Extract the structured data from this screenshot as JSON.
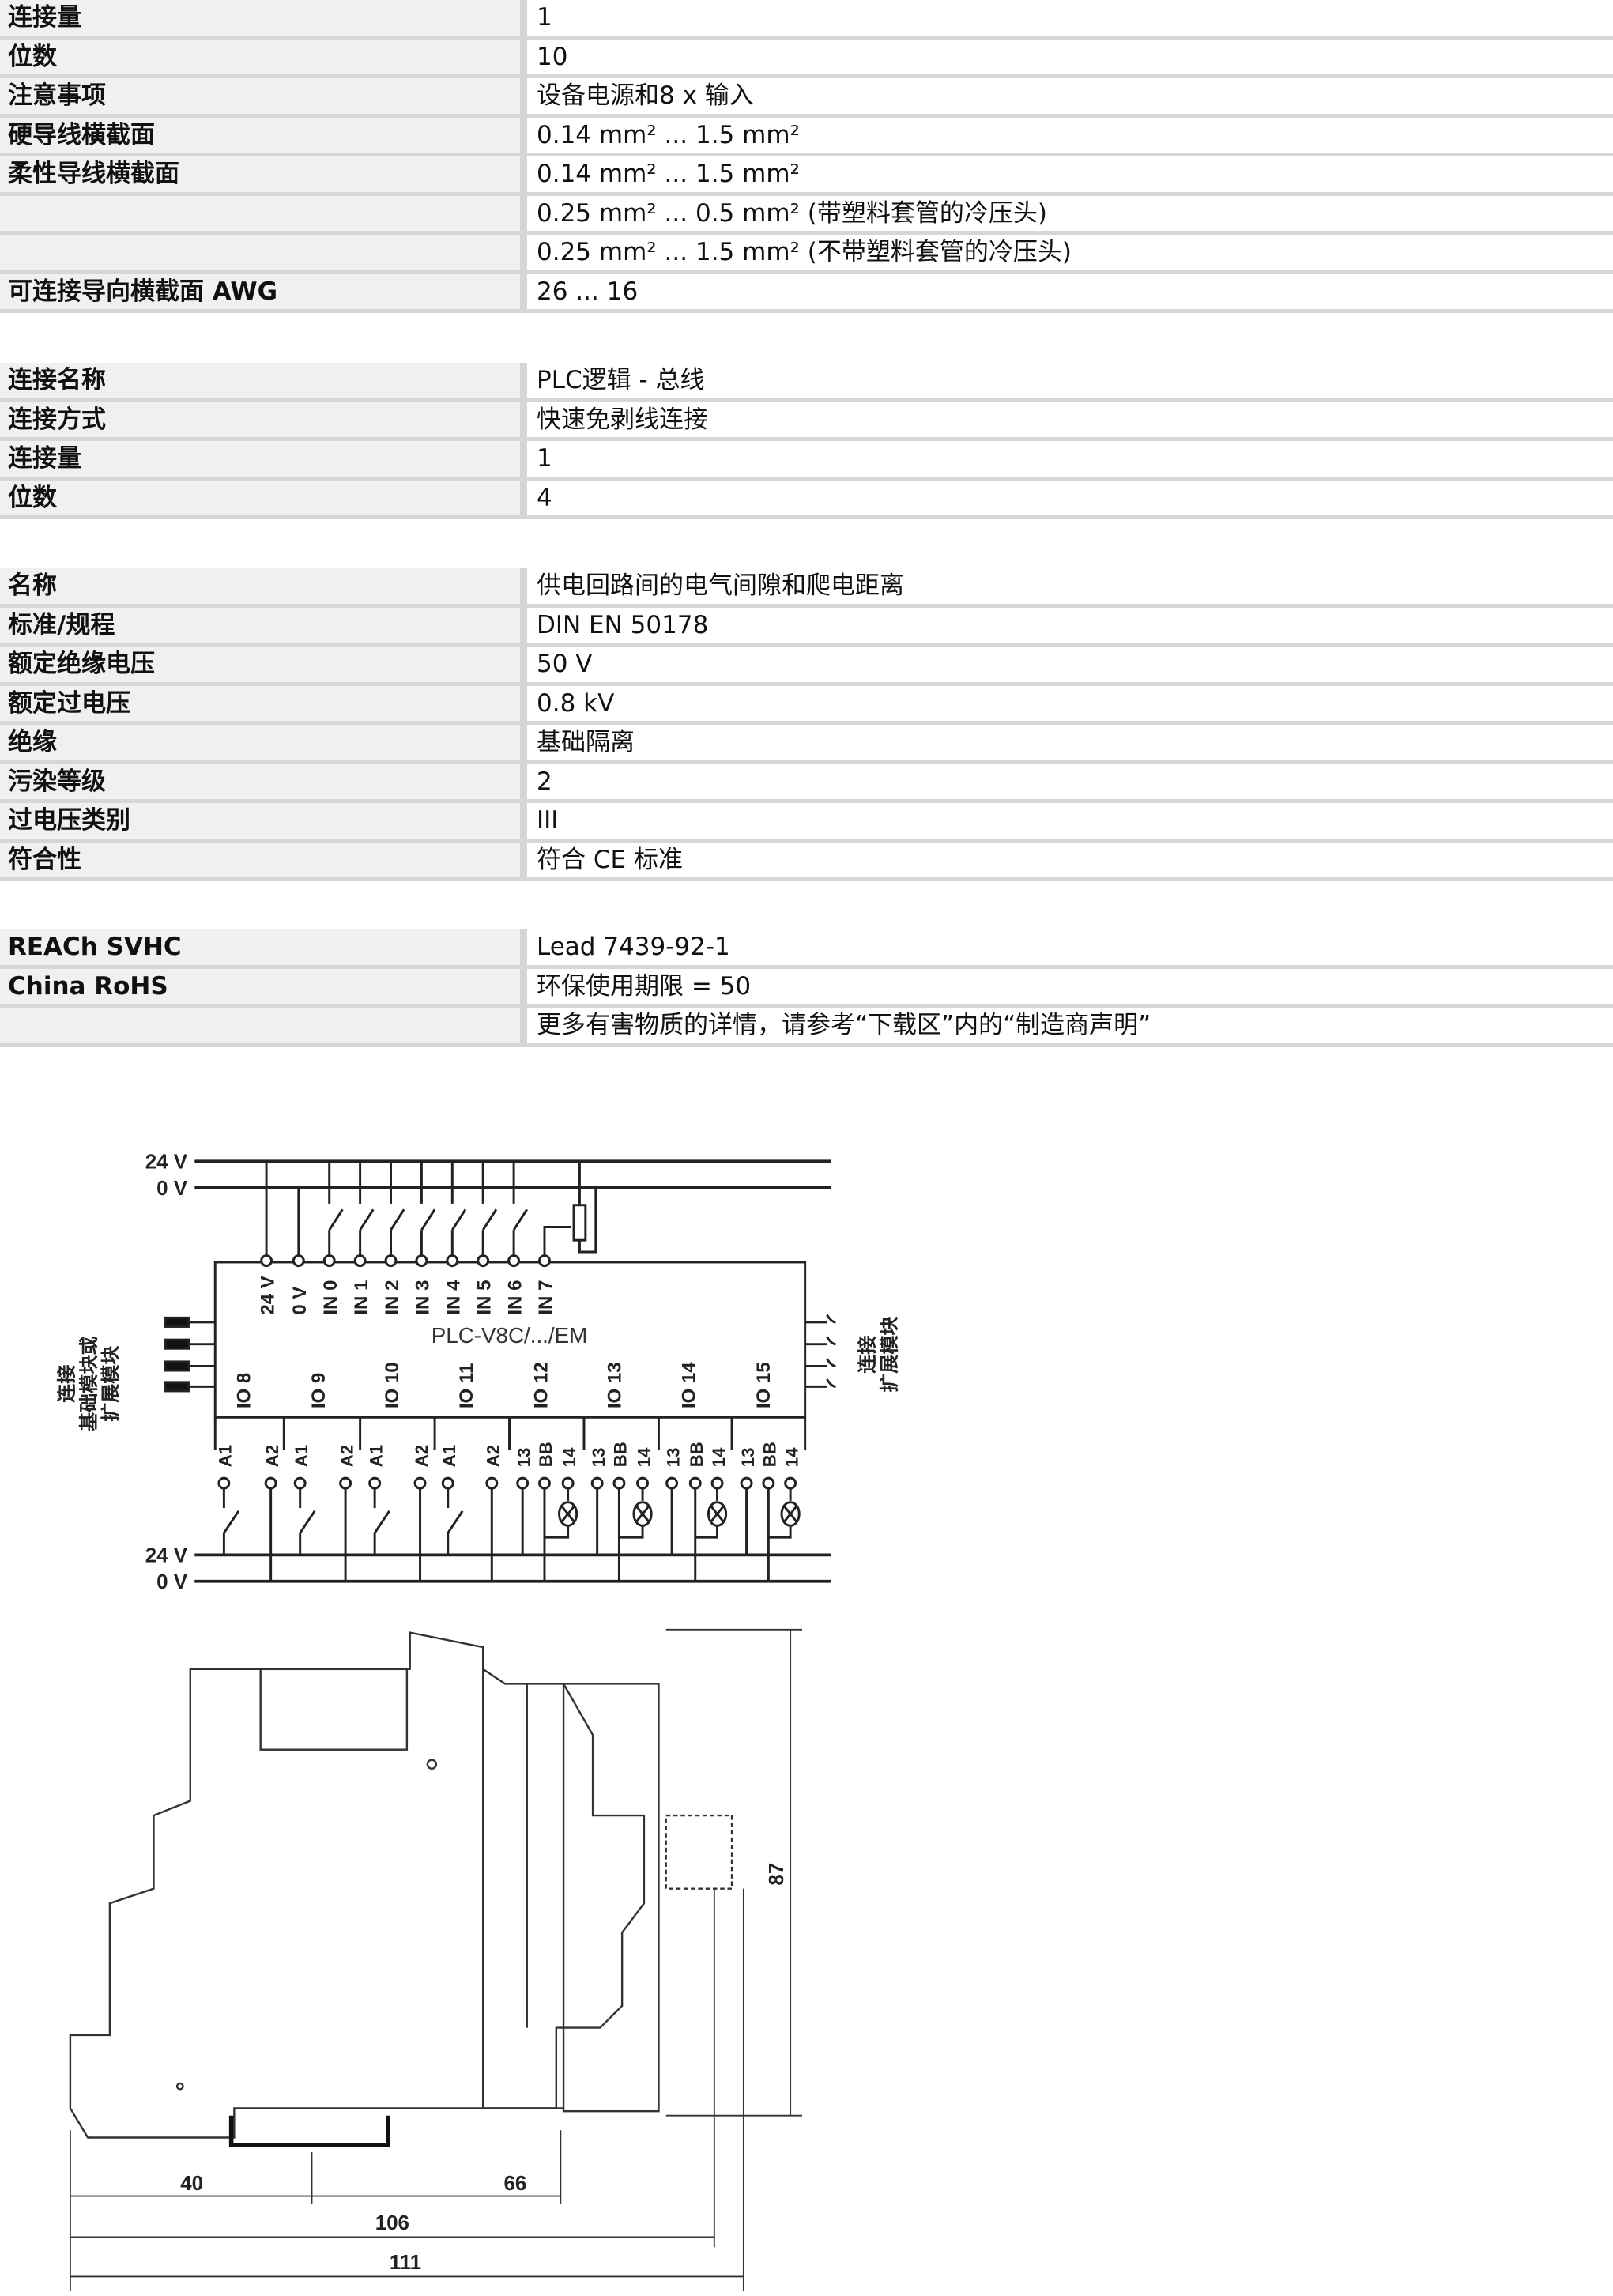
{
  "groups": [
    {
      "rows": [
        {
          "label": "连接量",
          "value": "1"
        },
        {
          "label": "位数",
          "value": "10"
        },
        {
          "label": "注意事项",
          "value": "设备电源和8 x 输入"
        },
        {
          "label": "硬导线横截面",
          "value": "0.14 mm² ... 1.5 mm²"
        },
        {
          "label": "柔性导线横截面",
          "value": "0.14 mm² ... 1.5 mm²"
        },
        {
          "label": "",
          "value": "0.25 mm² ... 0.5 mm² (带塑料套管的冷压头)"
        },
        {
          "label": "",
          "value": "0.25 mm² ... 1.5 mm² (不带塑料套管的冷压头)"
        },
        {
          "label": "可连接导向横截面 AWG",
          "value": "26 ... 16"
        }
      ]
    },
    {
      "rows": [
        {
          "label": "连接名称",
          "value": "PLC逻辑 - 总线"
        },
        {
          "label": "连接方式",
          "value": "快速免剥线连接"
        },
        {
          "label": "连接量",
          "value": "1"
        },
        {
          "label": "位数",
          "value": "4"
        }
      ]
    },
    {
      "rows": [
        {
          "label": "名称",
          "value": "供电回路间的电气间隙和爬电距离"
        },
        {
          "label": "标准/规程",
          "value": "DIN EN 50178"
        },
        {
          "label": "额定绝缘电压",
          "value": "50 V"
        },
        {
          "label": "额定过电压",
          "value": "0.8 kV"
        },
        {
          "label": "绝缘",
          "value": "基础隔离"
        },
        {
          "label": "污染等级",
          "value": "2"
        },
        {
          "label": "过电压类别",
          "value": "III"
        },
        {
          "label": "符合性",
          "value": "符合 CE 标准"
        }
      ]
    },
    {
      "rows": [
        {
          "label": "REACh SVHC",
          "value": "Lead 7439-92-1"
        },
        {
          "label": "China RoHS",
          "value": "环保使用期限 = 50"
        },
        {
          "label": "",
          "value": "更多有害物质的详情，请参考“下载区”内的“制造商声明”"
        }
      ]
    }
  ],
  "schematic": {
    "rail_24v": "24 V",
    "rail_0v": "0 V",
    "module_name": "PLC-V8C/.../EM",
    "top_terminals": [
      "24 V",
      "0 V",
      "IN 0",
      "IN 1",
      "IN 2",
      "IN 3",
      "IN 4",
      "IN 5",
      "IN 6",
      "IN 7"
    ],
    "io_labels": [
      "IO 8",
      "IO 9",
      "IO 10",
      "IO 11",
      "IO 12",
      "IO 13",
      "IO 14",
      "IO 15"
    ],
    "bottom_terminals": [
      "A1",
      "A2",
      "A1",
      "A2",
      "A1",
      "A2",
      "A1",
      "A2",
      "13",
      "BB",
      "14",
      "13",
      "BB",
      "14",
      "13",
      "BB",
      "14",
      "13",
      "BB",
      "14"
    ],
    "left_connector_label": [
      "连接",
      "基础模块或",
      "扩展模块"
    ],
    "right_connector_label": [
      "连接",
      "扩展模块"
    ]
  },
  "dimensions": {
    "d40": "40",
    "d66": "66",
    "d106": "106",
    "d111": "111",
    "d87": "87"
  }
}
